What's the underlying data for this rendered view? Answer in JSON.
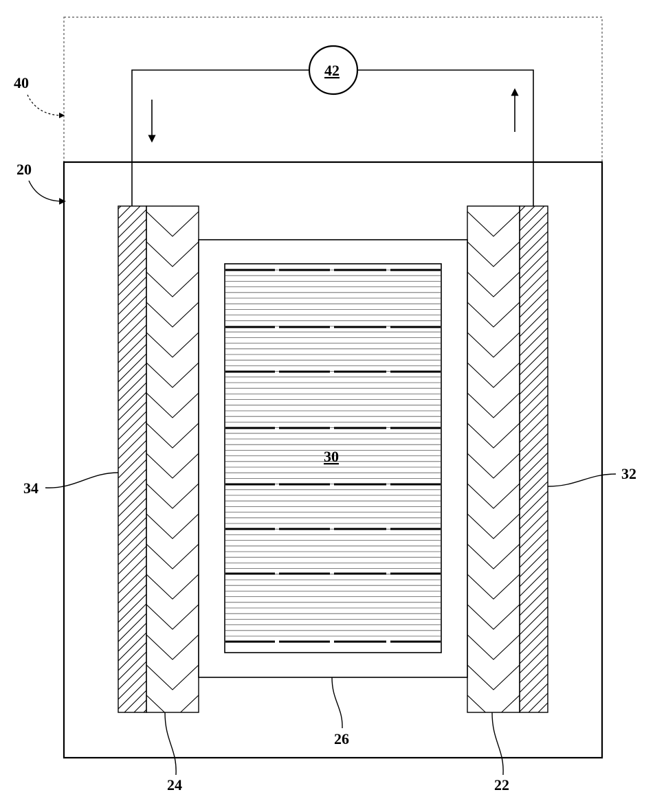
{
  "figure": {
    "labels": {
      "battery": "20",
      "positive_electrode": "22",
      "negative_electrode": "24",
      "separator": "26",
      "electrolyte": "30",
      "positive_current_collector": "32",
      "negative_current_collector": "34",
      "external_circuit": "40",
      "load_device": "42"
    }
  }
}
